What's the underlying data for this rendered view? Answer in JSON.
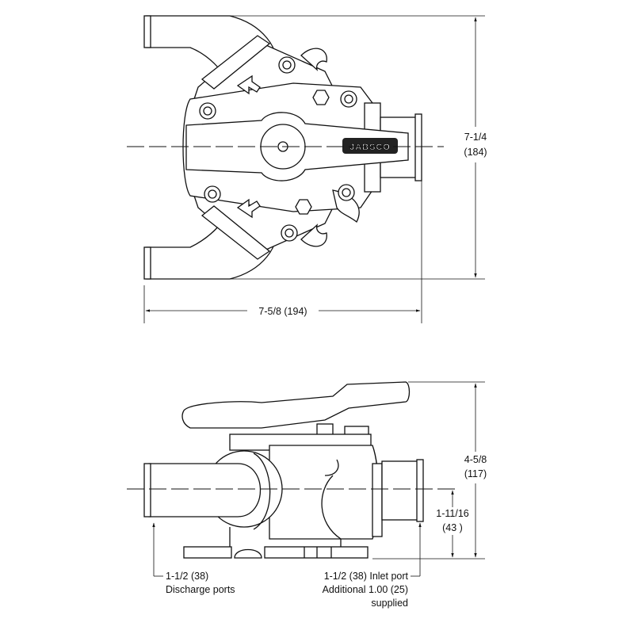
{
  "top_view": {
    "brand_logo": "JABSCO",
    "height_dimension": {
      "inches": "7-1/4",
      "mm": "(184)"
    },
    "width_dimension": {
      "label": "7-5/8 (194)"
    }
  },
  "side_view": {
    "height_dimension": {
      "inches": "4-5/8",
      "mm": "(117)"
    },
    "centerline_dimension": {
      "inches": "1-11/16",
      "mm": "(43 )"
    },
    "discharge_callout": {
      "line1": "1-1/2 (38)",
      "line2": "Discharge ports"
    },
    "inlet_callout": {
      "line1": "1-1/2 (38) Inlet port",
      "line2": "Additional 1.00 (25)",
      "line3": "supplied"
    }
  }
}
